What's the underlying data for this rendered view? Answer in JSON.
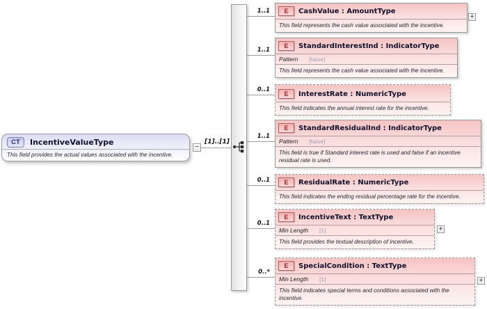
{
  "root": {
    "badge": "CT",
    "title": "IncentiveValueType",
    "annotation": "This field provides the actual values associated with the incentive.",
    "collapse_glyph": "−"
  },
  "compositor": {
    "name": "sequence",
    "cardinality": "[1]..[1]"
  },
  "elements": [
    {
      "badge": "E",
      "title": "CashValue : AmountType",
      "cardinality": "1..1",
      "annotation": "This field represents the cash value associated with the incentive.",
      "expand_glyph": "+"
    },
    {
      "badge": "E",
      "title": "StandardInterestInd : IndicatorType",
      "cardinality": "1..1",
      "facet": {
        "label": "Pattern",
        "value": "[false]"
      },
      "annotation": "This field represents the cash value associated with the incentive."
    },
    {
      "badge": "E",
      "title": "InterestRate : NumericType",
      "cardinality": "0..1",
      "annotation": "This field indicates the annual interest rate for the incentive."
    },
    {
      "badge": "E",
      "title": "StandardResidualInd : IndicatorType",
      "cardinality": "1..1",
      "facet": {
        "label": "Pattern",
        "value": "[false]"
      },
      "annotation": "This field is true if Standard interest rate is used and false if an incentive residual rate is used."
    },
    {
      "badge": "E",
      "title": "ResidualRate : NumericType",
      "cardinality": "0..1",
      "annotation": "This field indicates the ending residual percentage rate for the incentive."
    },
    {
      "badge": "E",
      "title": "IncentiveText : TextType",
      "cardinality": "0..1",
      "facet": {
        "label": "Min Length",
        "value": "[1]"
      },
      "annotation": "This field  provides the textual description of incentive.",
      "expand_glyph": "+"
    },
    {
      "badge": "E",
      "title": "SpecialCondition : TextType",
      "cardinality": "0..*",
      "facet": {
        "label": "Min Length",
        "value": "[1]"
      },
      "annotation": "This field indicates special terms and conditions associated with the incentive.",
      "expand_glyph": "+"
    }
  ],
  "colors": {
    "element_fill_top": "#f5c3c3",
    "element_fill_bottom": "#fef4f3",
    "root_fill_top": "#dcdcf4",
    "box_border": "#989898",
    "element_accent": "#9c2424",
    "root_accent": "#2e2e6e",
    "connector": "#9a9a9a"
  }
}
